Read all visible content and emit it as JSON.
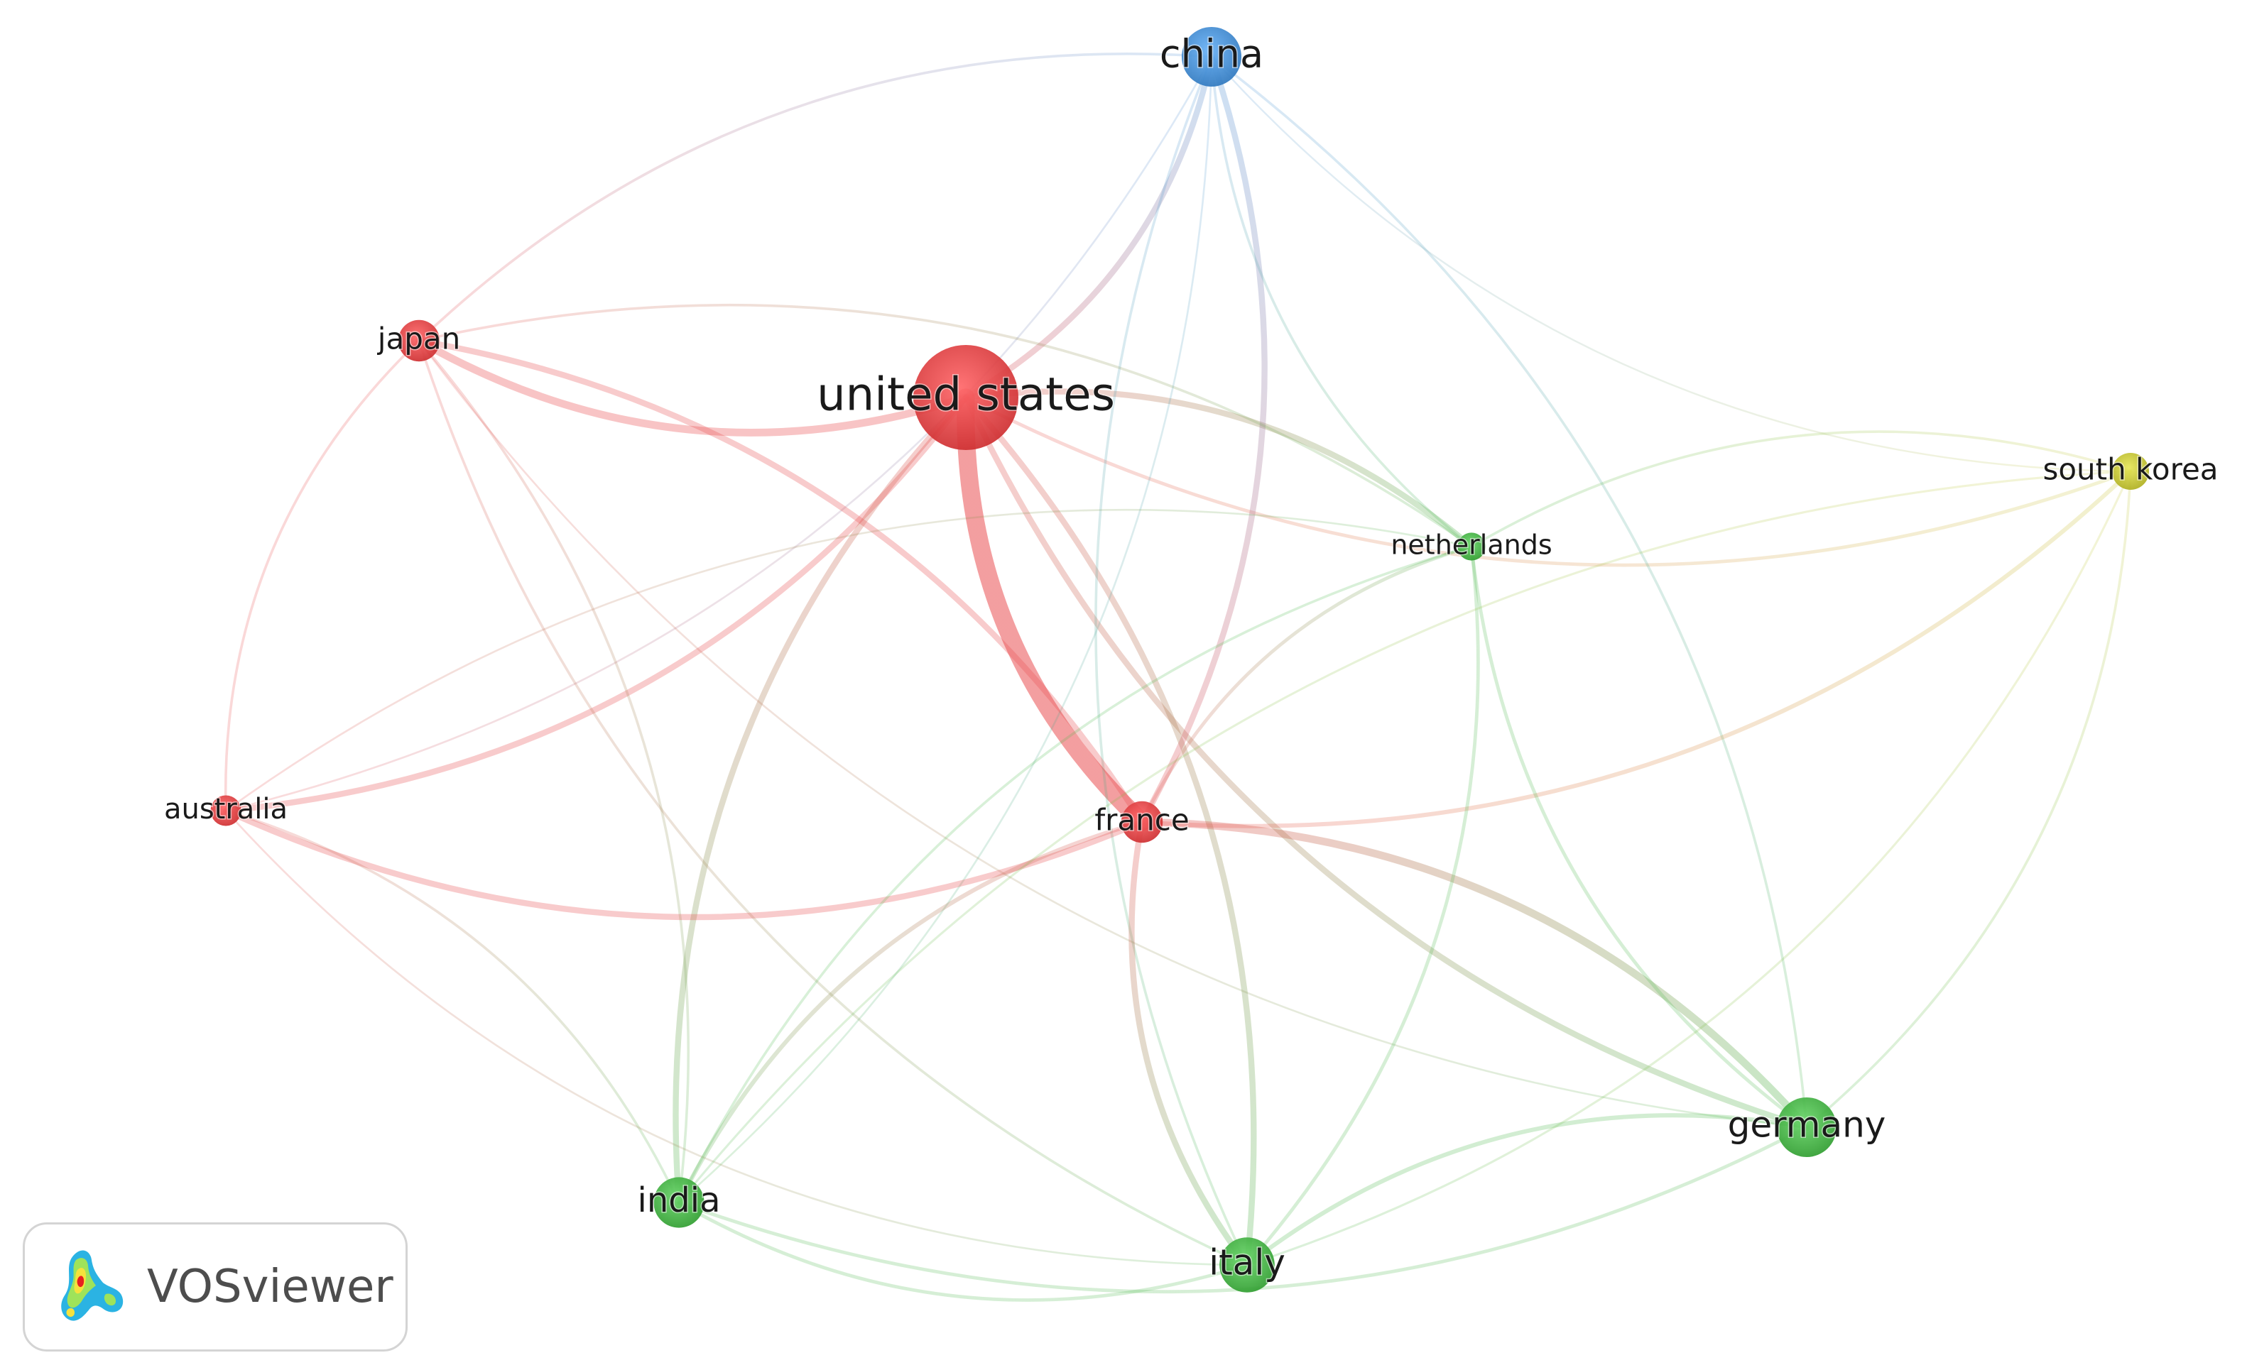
{
  "app": {
    "brand": "VOSviewer",
    "logo_icon": "vosviewer-density-logo-icon"
  },
  "cluster_colors": {
    "red": "#e8494b",
    "green": "#4bb84b",
    "blue": "#4a93d9",
    "yellow": "#c9c93a"
  },
  "nodes": [
    {
      "id": "united-states",
      "label": "united states",
      "cluster": "red",
      "weight": 10
    },
    {
      "id": "china",
      "label": "china",
      "cluster": "blue",
      "weight": 5
    },
    {
      "id": "japan",
      "label": "japan",
      "cluster": "red",
      "weight": 3
    },
    {
      "id": "south-korea",
      "label": "south korea",
      "cluster": "yellow",
      "weight": 2.5
    },
    {
      "id": "netherlands",
      "label": "netherlands",
      "cluster": "green",
      "weight": 1.5
    },
    {
      "id": "australia",
      "label": "australia",
      "cluster": "red",
      "weight": 1.8
    },
    {
      "id": "france",
      "label": "france",
      "cluster": "red",
      "weight": 3
    },
    {
      "id": "germany",
      "label": "germany",
      "cluster": "green",
      "weight": 5
    },
    {
      "id": "india",
      "label": "india",
      "cluster": "green",
      "weight": 4
    },
    {
      "id": "italy",
      "label": "italy",
      "cluster": "green",
      "weight": 4.5
    }
  ],
  "links": [
    {
      "source": "united-states",
      "target": "france",
      "strength": 10
    },
    {
      "source": "united-states",
      "target": "japan",
      "strength": 4
    },
    {
      "source": "united-states",
      "target": "china",
      "strength": 3
    },
    {
      "source": "united-states",
      "target": "australia",
      "strength": 3
    },
    {
      "source": "united-states",
      "target": "india",
      "strength": 3
    },
    {
      "source": "united-states",
      "target": "netherlands",
      "strength": 3
    },
    {
      "source": "united-states",
      "target": "germany",
      "strength": 3
    },
    {
      "source": "united-states",
      "target": "italy",
      "strength": 3
    },
    {
      "source": "united-states",
      "target": "south-korea",
      "strength": 1.5
    },
    {
      "source": "china",
      "target": "france",
      "strength": 3
    },
    {
      "source": "china",
      "target": "japan",
      "strength": 1
    },
    {
      "source": "china",
      "target": "australia",
      "strength": 0.6
    },
    {
      "source": "china",
      "target": "italy",
      "strength": 1
    },
    {
      "source": "china",
      "target": "germany",
      "strength": 1
    },
    {
      "source": "china",
      "target": "netherlands",
      "strength": 1
    },
    {
      "source": "china",
      "target": "india",
      "strength": 0.6
    },
    {
      "source": "china",
      "target": "south-korea",
      "strength": 0.5
    },
    {
      "source": "japan",
      "target": "france",
      "strength": 3
    },
    {
      "source": "japan",
      "target": "australia",
      "strength": 1
    },
    {
      "source": "japan",
      "target": "india",
      "strength": 1
    },
    {
      "source": "japan",
      "target": "italy",
      "strength": 1
    },
    {
      "source": "japan",
      "target": "netherlands",
      "strength": 1
    },
    {
      "source": "japan",
      "target": "germany",
      "strength": 0.6
    },
    {
      "source": "france",
      "target": "australia",
      "strength": 3
    },
    {
      "source": "france",
      "target": "india",
      "strength": 2
    },
    {
      "source": "france",
      "target": "germany",
      "strength": 4
    },
    {
      "source": "france",
      "target": "italy",
      "strength": 3
    },
    {
      "source": "france",
      "target": "netherlands",
      "strength": 1.5
    },
    {
      "source": "france",
      "target": "south-korea",
      "strength": 2
    },
    {
      "source": "australia",
      "target": "india",
      "strength": 1
    },
    {
      "source": "australia",
      "target": "italy",
      "strength": 0.6
    },
    {
      "source": "australia",
      "target": "netherlands",
      "strength": 0.6
    },
    {
      "source": "netherlands",
      "target": "germany",
      "strength": 1.5
    },
    {
      "source": "netherlands",
      "target": "italy",
      "strength": 1.5
    },
    {
      "source": "netherlands",
      "target": "india",
      "strength": 1
    },
    {
      "source": "netherlands",
      "target": "south-korea",
      "strength": 1
    },
    {
      "source": "germany",
      "target": "italy",
      "strength": 2
    },
    {
      "source": "germany",
      "target": "india",
      "strength": 1.5
    },
    {
      "source": "germany",
      "target": "south-korea",
      "strength": 1
    },
    {
      "source": "italy",
      "target": "india",
      "strength": 1.5
    },
    {
      "source": "south-korea",
      "target": "india",
      "strength": 0.8
    },
    {
      "source": "south-korea",
      "target": "italy",
      "strength": 0.8
    }
  ]
}
